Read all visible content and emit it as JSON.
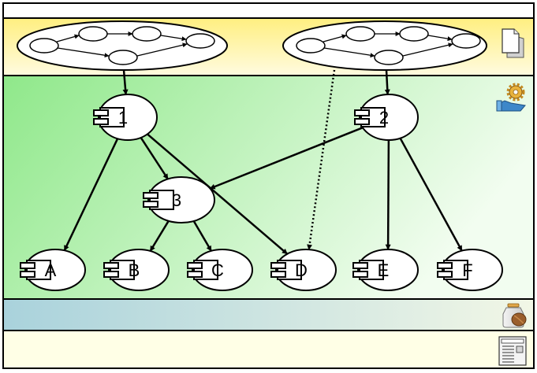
{
  "diagram": {
    "layers": [
      {
        "id": "top-strip"
      },
      {
        "id": "workflow-layer",
        "icon": "document-icon"
      },
      {
        "id": "service-layer",
        "icon": "gear-hand-icon"
      },
      {
        "id": "resource-layer",
        "icon": "jar-icon"
      },
      {
        "id": "infrastructure-layer",
        "icon": "server-icon"
      }
    ],
    "workflows": [
      {
        "id": "workflow-left"
      },
      {
        "id": "workflow-right"
      }
    ],
    "components": [
      {
        "id": "1",
        "label": "1"
      },
      {
        "id": "2",
        "label": "2"
      },
      {
        "id": "3",
        "label": "3"
      },
      {
        "id": "A",
        "label": "A"
      },
      {
        "id": "B",
        "label": "B"
      },
      {
        "id": "C",
        "label": "C"
      },
      {
        "id": "D",
        "label": "D"
      },
      {
        "id": "E",
        "label": "E"
      },
      {
        "id": "F",
        "label": "F"
      }
    ],
    "edges": [
      {
        "from": "workflow-left",
        "to": "1",
        "style": "solid"
      },
      {
        "from": "workflow-right",
        "to": "2",
        "style": "solid"
      },
      {
        "from": "workflow-right",
        "to": "D",
        "style": "dotted"
      },
      {
        "from": "1",
        "to": "A",
        "style": "solid"
      },
      {
        "from": "1",
        "to": "3",
        "style": "solid"
      },
      {
        "from": "1",
        "to": "D",
        "style": "solid"
      },
      {
        "from": "2",
        "to": "3",
        "style": "solid"
      },
      {
        "from": "2",
        "to": "E",
        "style": "solid"
      },
      {
        "from": "2",
        "to": "F",
        "style": "solid"
      },
      {
        "from": "3",
        "to": "B",
        "style": "solid"
      },
      {
        "from": "3",
        "to": "C",
        "style": "solid"
      }
    ],
    "colors": {
      "workflow_band_top": "#ffef80",
      "workflow_band_bottom": "#fffbe0",
      "service_band_left": "#8fe88a",
      "service_band_right": "#f2fdf0",
      "resource_band_left": "#a9d2dc",
      "resource_band_right": "#f2f7e6",
      "infra_band": "#ffffe6",
      "stroke": "#000000",
      "node_fill": "#ffffff"
    }
  }
}
